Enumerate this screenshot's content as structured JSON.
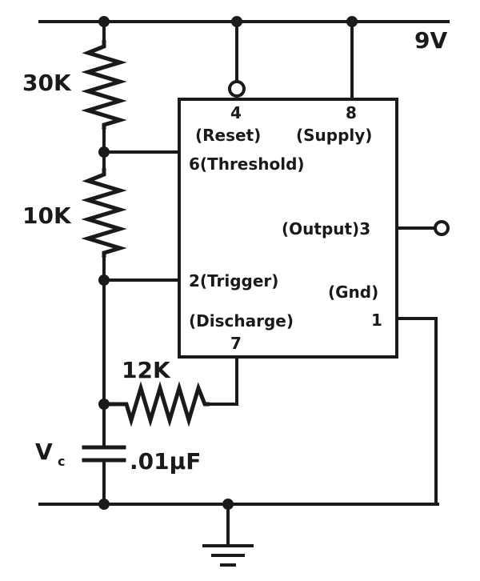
{
  "supply": {
    "label": "9V"
  },
  "ic": {
    "pins": {
      "reset_num": "4",
      "reset_name": "(Reset)",
      "supply_num": "8",
      "supply_name": "(Supply)",
      "threshold": "6(Threshold)",
      "output": "(Output)3",
      "trigger": "2(Trigger)",
      "gnd_name": "(Gnd)",
      "gnd_num": "1",
      "discharge_name": "(Discharge)",
      "discharge_num": "7"
    }
  },
  "components": {
    "r1": "30K",
    "r2": "10K",
    "r3": "12K",
    "cap_value": ".01μF",
    "cap_symbol": "V",
    "cap_subscript": "c"
  },
  "colors": {
    "ink": "#1a1a1a",
    "background": "#ffffff"
  }
}
